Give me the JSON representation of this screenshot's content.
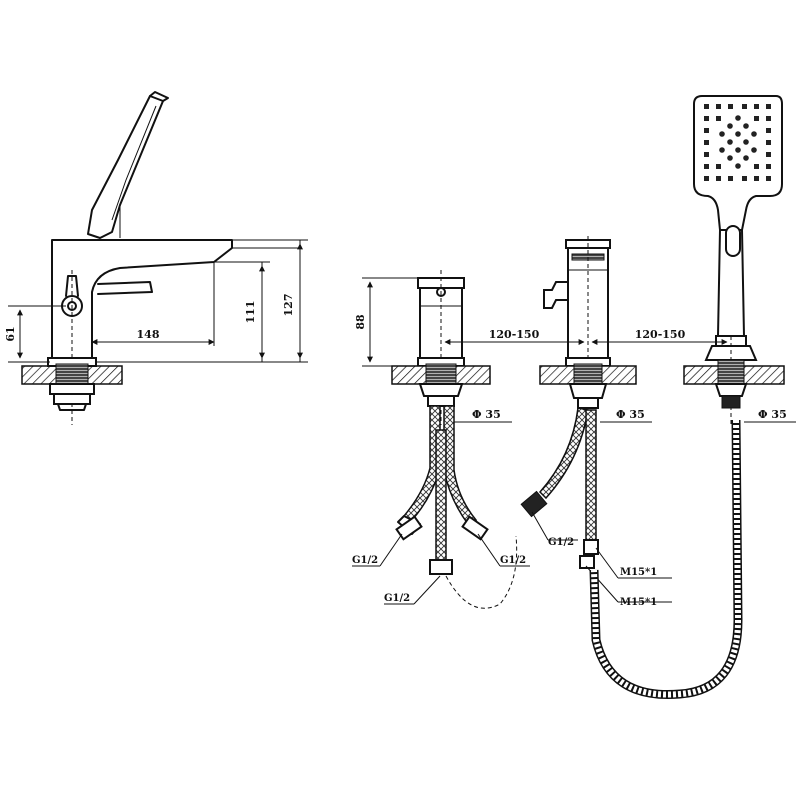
{
  "side_view": {
    "dim_length": "148",
    "dim_height_outer": "127",
    "dim_height_inner": "111",
    "dim_handle_height": "61"
  },
  "front_view": {
    "dim_mixer_height": "88",
    "dim_spacing_left": "120-150",
    "dim_spacing_right": "120-150",
    "dia_left": "Φ 35",
    "dia_middle": "Φ 35",
    "dia_right": "Φ 35",
    "conn_left_a": "G1/2",
    "conn_left_b": "G1/2",
    "conn_left_c": "G1/2",
    "conn_diverter": "G1/2",
    "conn_m15_a": "M15*1",
    "conn_m15_b": "M15*1"
  }
}
